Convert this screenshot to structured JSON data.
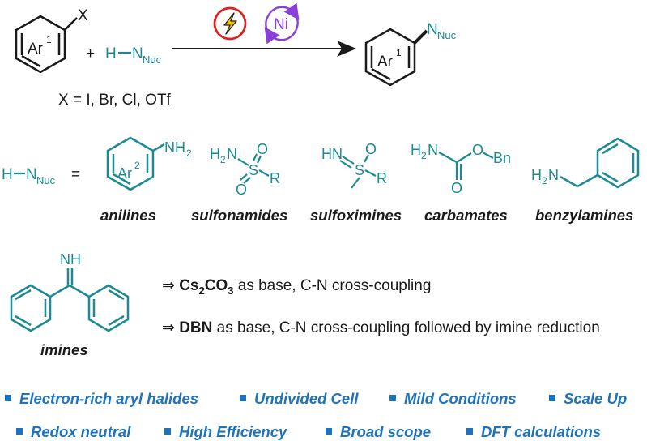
{
  "reaction": {
    "substituent_x": "X",
    "plus": "+",
    "nucleophile_h": "H",
    "nucleophile_n": "N",
    "nucleophile_sub": "Nuc",
    "ar1_main": "Ar",
    "ar1_sup": "1",
    "ni_label": "Ni",
    "product_n": "N",
    "product_sub": "Nuc",
    "x_definition": "X = I, Br, Cl, OTf"
  },
  "nucleophile_def": {
    "h": "H",
    "n": "N",
    "sub": "Nuc",
    "equals": "="
  },
  "nucleophiles": {
    "aniline": {
      "ar_main": "Ar",
      "ar_sup": "2",
      "nh2": "NH",
      "nh2_sub": "2",
      "label": "anilines"
    },
    "sulfonamide": {
      "h2n": "H",
      "h2n_sub": "2",
      "h2n_n": "N",
      "s": "S",
      "o_top": "O",
      "o_bottom": "O",
      "r": "R",
      "label": "sulfonamides"
    },
    "sulfoximine": {
      "hn": "HN",
      "s": "S",
      "o": "O",
      "r": "R",
      "label": "sulfoximines"
    },
    "carbamate": {
      "h2n": "H",
      "h2n_sub": "2",
      "h2n_n": "N",
      "o_ether": "O",
      "bn": "Bn",
      "o_carbonyl": "O",
      "label": "carbamates"
    },
    "benzylamine": {
      "h2n": "H",
      "h2n_sub": "2",
      "h2n_n": "N",
      "label": "benzylamines"
    },
    "imine": {
      "nh": "NH",
      "label": "imines"
    }
  },
  "conditions": [
    {
      "arrow": "⇒",
      "reagent_main": "Cs",
      "reagent_sub1": "2",
      "reagent_mid": "CO",
      "reagent_sub2": "3",
      "text": " as base, C-N cross-coupling"
    },
    {
      "arrow": "⇒",
      "reagent": "DBN",
      "text": " as base, C-N cross-coupling followed by imine reduction"
    }
  ],
  "features": [
    "Electron-rich aryl halides",
    "Undivided Cell",
    "Mild Conditions",
    "Scale Up",
    "Redox neutral",
    "High Efficiency",
    "Broad scope",
    "DFT calculations"
  ],
  "colors": {
    "structure": "#1b8a94",
    "feature_text": "#1e73be",
    "electro_circle": "#e02020",
    "bolt": "#f5c400",
    "ni_circle": "#8a3fd6"
  },
  "icons": {
    "electrochemistry": "lightning-bolt-icon",
    "nickel_catalyst": "nickel-cycle-icon"
  }
}
